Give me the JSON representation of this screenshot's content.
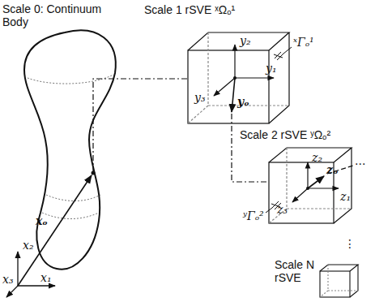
{
  "diagram": {
    "labels": [
      "Scale 0: Continuum Body",
      "Scale 1 rSVE ˣΩₒ¹",
      "x₁",
      "x₂",
      "x₃",
      "xₒ",
      "y₁",
      "y₂",
      "y₃",
      "yₒ",
      "ˣΓₒ¹",
      "Scale 2 rSVE ʸΩₒ²",
      "z₁",
      "z₂",
      "z₃",
      "zₒ",
      "ʸΓₒ²",
      "...",
      "Scale N rSVE",
      "⋮"
    ]
  }
}
